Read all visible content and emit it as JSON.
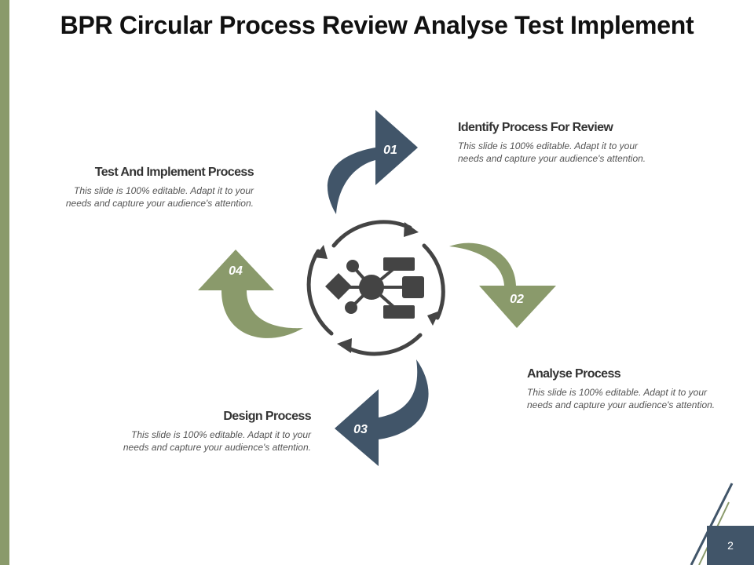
{
  "title": "BPR Circular Process Review Analyse Test Implement",
  "colors": {
    "navy": "#415569",
    "olive": "#8a9a6b",
    "icon": "#444444"
  },
  "center_icon": "process-hierarchy-icon",
  "steps": [
    {
      "number": "01",
      "heading": "Identify Process For Review",
      "description": "This slide is 100% editable. Adapt it to your needs and capture your audience's attention."
    },
    {
      "number": "02",
      "heading": "Analyse Process",
      "description": "This slide is 100% editable. Adapt it to your needs and capture your audience's attention."
    },
    {
      "number": "03",
      "heading": "Design Process",
      "description": "This slide is 100% editable. Adapt it to your needs and capture your audience's attention."
    },
    {
      "number": "04",
      "heading": "Test And Implement Process",
      "description": "This slide is 100% editable. Adapt it to your needs and capture your audience's attention."
    }
  ],
  "page_number": "2"
}
